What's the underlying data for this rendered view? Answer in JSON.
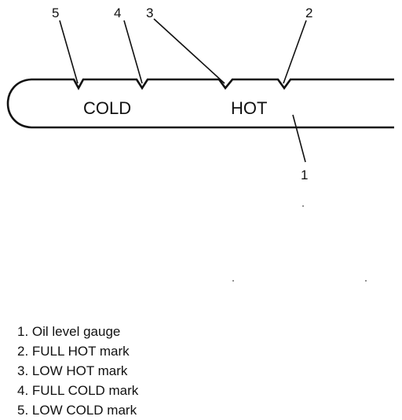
{
  "gauge": {
    "labels": {
      "cold": "COLD",
      "hot": "HOT"
    }
  },
  "callouts": [
    "5",
    "4",
    "3",
    "2",
    "1"
  ],
  "legend": [
    "1. Oil level gauge",
    "2. FULL HOT mark",
    "3. LOW HOT mark",
    "4. FULL COLD mark",
    "5. LOW COLD mark"
  ]
}
